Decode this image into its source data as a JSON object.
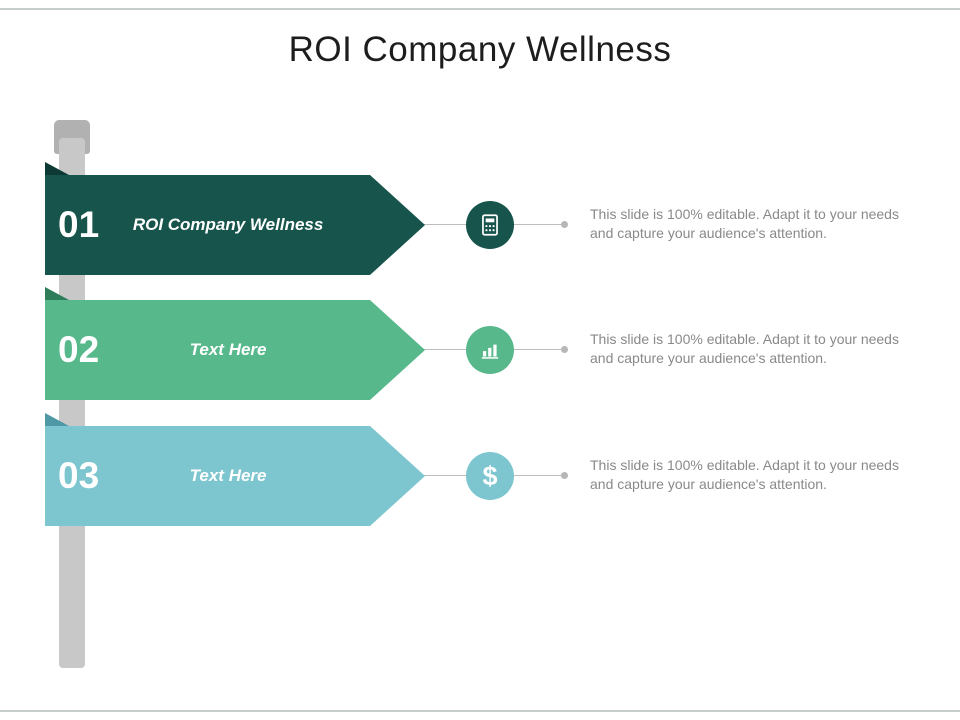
{
  "slide": {
    "title": "ROI Company Wellness"
  },
  "colors": {
    "row1": "#17544c",
    "row2": "#57b88b",
    "row3": "#7dc6cf",
    "pole": "#c8c8c8",
    "pole_cap": "#b1b1b1",
    "description_text": "#898989"
  },
  "rows": [
    {
      "number": "01",
      "label": "ROI Company Wellness",
      "icon": "calculator-icon",
      "description": "This slide is 100% editable. Adapt it to your needs and capture your audience's attention."
    },
    {
      "number": "02",
      "label": "Text Here",
      "icon": "bar-chart-icon",
      "description": "This slide is 100% editable. Adapt it to your needs and capture your audience's attention."
    },
    {
      "number": "03",
      "label": "Text Here",
      "icon": "dollar-icon",
      "description": "This slide is 100% editable. Adapt it to your needs and capture your audience's attention."
    }
  ]
}
